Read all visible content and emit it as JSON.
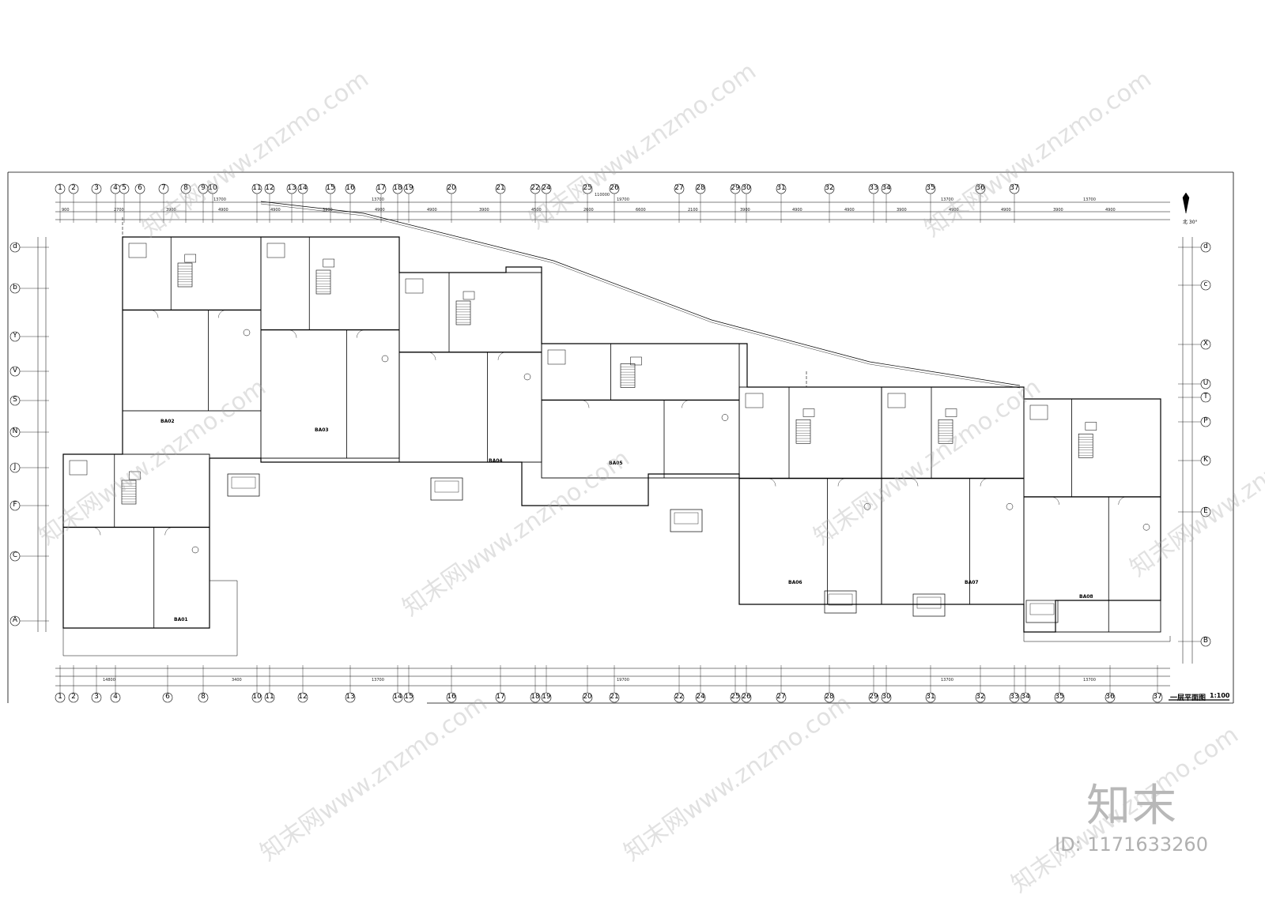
{
  "sheet": {
    "title": "一层平面图",
    "scale": "1:100",
    "north_label": "北 30°"
  },
  "axes_top": [
    "1",
    "2",
    "3",
    "4",
    "5",
    "6",
    "7",
    "8",
    "9",
    "10",
    "11",
    "12",
    "13",
    "14",
    "15",
    "16",
    "17",
    "18",
    "19",
    "20",
    "21",
    "22",
    "24",
    "25",
    "26",
    "27",
    "28",
    "29",
    "30",
    "31",
    "32",
    "33",
    "34",
    "35",
    "36",
    "37"
  ],
  "axes_bottom": [
    "1",
    "2",
    "3",
    "4",
    "6",
    "8",
    "10",
    "11",
    "12",
    "13",
    "14",
    "15",
    "16",
    "17",
    "18",
    "19",
    "20",
    "21",
    "22",
    "24",
    "25",
    "26",
    "27",
    "28",
    "29",
    "30",
    "31",
    "32",
    "33",
    "34",
    "35",
    "36",
    "37"
  ],
  "axes_left": [
    "d",
    "b",
    "Y",
    "V",
    "S",
    "N",
    "J",
    "F",
    "C",
    "A"
  ],
  "axes_right": [
    "d",
    "c",
    "X",
    "U",
    "T",
    "P",
    "K",
    "E",
    "B"
  ],
  "dimensions_top_overall": "110000",
  "dimensions_top_segments": [
    "13700",
    "13700",
    "19700",
    "13700",
    "13700"
  ],
  "dimensions_bottom_segments": [
    "14800",
    "3400",
    "13700",
    "19700",
    "13700",
    "13700"
  ],
  "dimensions_top_detail": [
    "900",
    "2700",
    "3900",
    "4900",
    "4900",
    "3900",
    "4900",
    "4900",
    "3900",
    "4500",
    "2600",
    "6600",
    "2100",
    "3900",
    "4900",
    "4900",
    "3900",
    "4900",
    "4900",
    "3900",
    "4900"
  ],
  "units": [
    "BA01",
    "BA02",
    "BA03",
    "BA04",
    "BA05",
    "BA06",
    "BA07",
    "BA08"
  ],
  "watermark": {
    "site": "www.znzmo.com",
    "brand": "知末网"
  },
  "brand_logo": "知末",
  "image_id": "ID: 1171633260"
}
